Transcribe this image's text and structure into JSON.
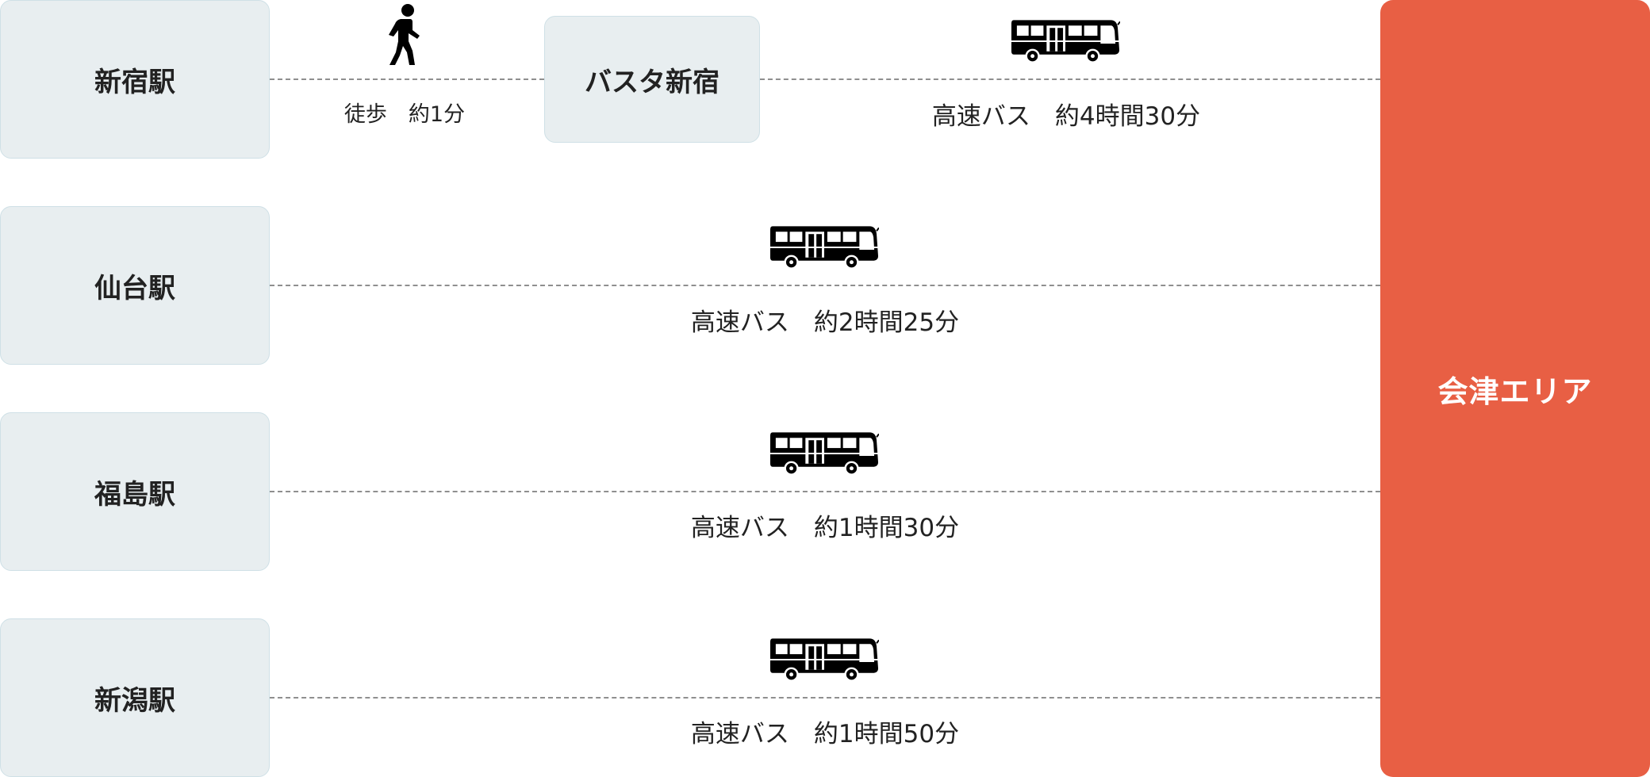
{
  "origins": [
    {
      "name": "新宿駅"
    },
    {
      "name": "仙台駅"
    },
    {
      "name": "福島駅"
    },
    {
      "name": "新潟駅"
    }
  ],
  "transfer": {
    "name": "バスタ新宿"
  },
  "destination": {
    "name": "会津エリア"
  },
  "routes": {
    "shinjuku_walk": {
      "label": "徒歩　約1分",
      "icon": "walking-person-icon"
    },
    "shinjuku_bus": {
      "label": "高速バス　約4時間30分",
      "icon": "bus-icon"
    },
    "sendai_bus": {
      "label": "高速バス　約2時間25分",
      "icon": "bus-icon"
    },
    "fukushima_bus": {
      "label": "高速バス　約1時間30分",
      "icon": "bus-icon"
    },
    "niigata_bus": {
      "label": "高速バス　約1時間50分",
      "icon": "bus-icon"
    }
  },
  "colors": {
    "destination": "#e85f44",
    "station_box": "#e8eef0",
    "station_border": "#cfe0e6",
    "line": "#8f8f8f"
  }
}
